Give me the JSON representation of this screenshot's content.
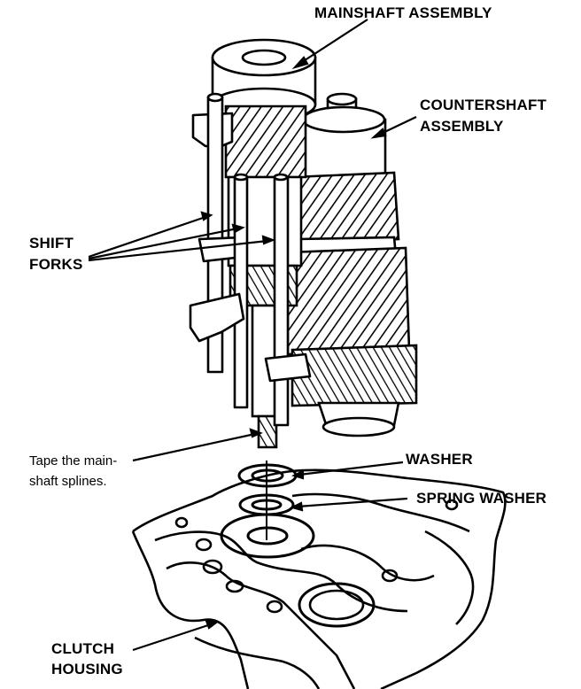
{
  "labels": {
    "mainshaft_assembly": "MAINSHAFT ASSEMBLY",
    "countershaft_line1": "COUNTERSHAFT",
    "countershaft_line2": "ASSEMBLY",
    "shift_forks_line1": "SHIFT",
    "shift_forks_line2": "FORKS",
    "tape_note_line1": "Tape the main-",
    "tape_note_line2": "shaft splines.",
    "washer": "WASHER",
    "spring_washer": "SPRING WASHER",
    "clutch_housing_line1": "CLUTCH",
    "clutch_housing_line2": "HOUSING"
  },
  "colors": {
    "ink": "#000000",
    "paper": "#ffffff"
  }
}
